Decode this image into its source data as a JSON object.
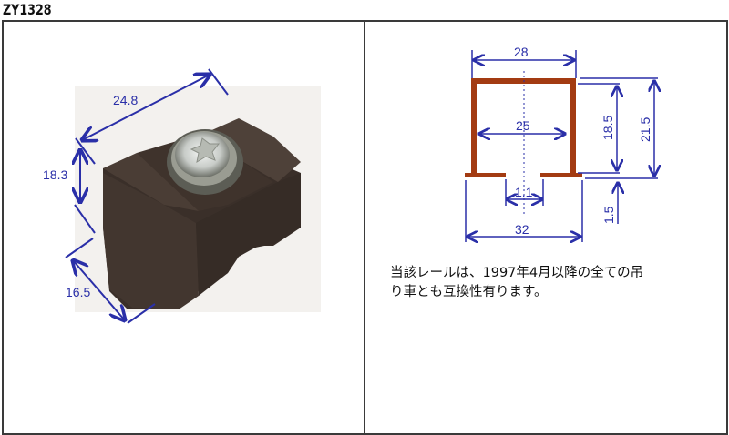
{
  "title": "ZY1328",
  "left_panel": {
    "image": "runner-block-photo",
    "dimensions": {
      "length": "24.8",
      "height": "18.3",
      "width": "16.5"
    }
  },
  "right_panel": {
    "diagram": "rail-cross-section",
    "dimensions": {
      "top_outer_width": "28",
      "inner_width": "25",
      "slot_width": "1.1",
      "bottom_width": "32",
      "inner_height": "18.5",
      "total_height": "21.5",
      "flange_thickness": "1.5"
    },
    "note_line1": "当該レールは、1997年4月以降の全ての吊",
    "note_line2": "り車とも互換性有ります。"
  },
  "colors": {
    "dimension": "#2a2fa8",
    "rail": "#a33b12",
    "border": "#3a3a3a"
  }
}
